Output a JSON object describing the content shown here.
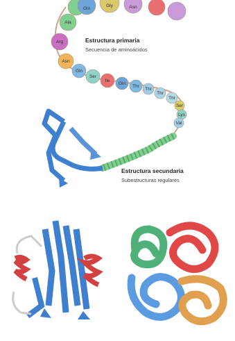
{
  "primary": {
    "title": "Estructura primaria",
    "subtitle": "Secuencia de aminoácidos",
    "beads": [
      {
        "label": "Ala",
        "color": "#7fcf8e"
      },
      {
        "label": "Arg",
        "color": "#c86fc4"
      },
      {
        "label": "Asn",
        "color": "#f0b45a"
      },
      {
        "label": "Gln",
        "color": "#7fb8e0"
      },
      {
        "label": "Ser",
        "color": "#8fd3c7"
      },
      {
        "label": "Ile",
        "color": "#e87070"
      },
      {
        "label": "Gln",
        "color": "#6ca6d8"
      },
      {
        "label": "Thr",
        "color": "#7fb8e0"
      },
      {
        "label": "Thr",
        "color": "#9fcbe6"
      },
      {
        "label": "Thr",
        "color": "#a8d5e8"
      },
      {
        "label": "Thr",
        "color": "#b3dce5"
      },
      {
        "label": "Ser",
        "color": "#d8cf6a"
      },
      {
        "label": "Lys",
        "color": "#8fd3c7"
      },
      {
        "label": "Val",
        "color": "#9fd0e8"
      }
    ],
    "top_beads": [
      {
        "label": "Gln",
        "color": "#6ca6d8"
      },
      {
        "label": "Gly",
        "color": "#d9c96a"
      },
      {
        "label": "Asn",
        "color": "#c89ad9"
      }
    ]
  },
  "secondary": {
    "title": "Estructura secundaria",
    "subtitle": "Subestructuras regulares"
  },
  "colors": {
    "sheet": "#3f7fcf",
    "helix": "#d24040",
    "helix_secondary": "#7fcf8e"
  }
}
